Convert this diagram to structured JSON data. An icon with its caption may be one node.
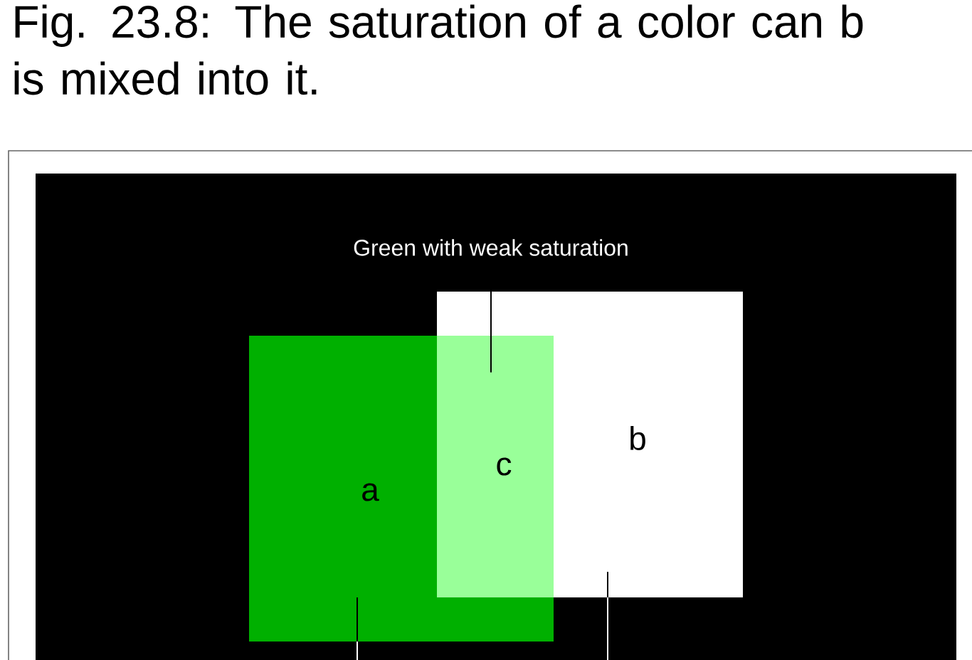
{
  "diagram": {
    "caption": "Fig. 23.8: The saturation of a color can b is mixed into it.",
    "nodes": [
      {
        "text": [
          "Green with weak saturation"
        ]
      },
      {
        "text": [
          "a"
        ]
      },
      {
        "text": [
          "b"
        ]
      },
      {
        "text": [
          "c"
        ]
      }
    ],
    "edges": [
      {
        "from": 0,
        "to": 3,
        "arrow": "none"
      },
      {
        "from": 1,
        "to": null,
        "arrow": "none"
      },
      {
        "from": 2,
        "to": null,
        "arrow": "none",
        "color": "#ffffff"
      }
    ]
  }
}
